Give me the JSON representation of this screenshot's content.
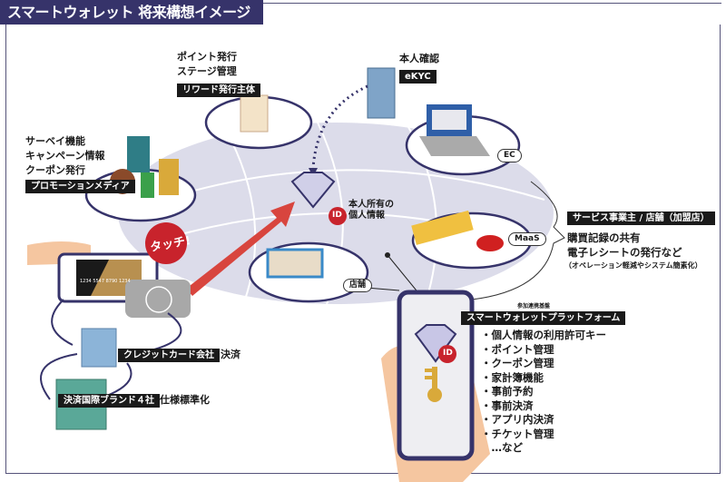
{
  "title": "スマートウォレット 将来構想イメージ（例）",
  "reward": {
    "lines": [
      "ポイント発行",
      "ステージ管理"
    ],
    "tag": "リワード発行主体"
  },
  "ekyc": {
    "label": "本人確認",
    "tag": "eKYC"
  },
  "promotion": {
    "lines": [
      "サーベイ機能",
      "キャンペーン情報",
      "クーポン発行"
    ],
    "tag": "プロモーションメディア"
  },
  "center": {
    "lines": [
      "本人所有の",
      "個人情報"
    ],
    "id_badge": "ID"
  },
  "nodes": {
    "ec": "EC",
    "maas": "MaaS",
    "store": "店舗"
  },
  "service": {
    "tag": "サービス事業主 / 店舗（加盟店）",
    "lines": [
      "購買記録の共有",
      "電子レシートの発行など"
    ],
    "note": "（オペレーション軽減やシステム簡素化）"
  },
  "touch": {
    "label": "タッチ!",
    "card_number": "1234 5547 8790 1234"
  },
  "credit": {
    "tag": "クレジットカード会社",
    "label": "決済"
  },
  "brands": {
    "tag": "決済国際ブランド４社",
    "label": "仕様標準化"
  },
  "platform": {
    "caption": "参加連携基盤",
    "tag": "スマートウォレットプラットフォーム",
    "features": [
      "・個人情報の利用許可キー",
      "・ポイント管理",
      "・クーポン管理",
      "・家計簿機能",
      "・事前予約",
      "・事前決済",
      "・アプリ内決済",
      "・チケット管理",
      "　…など"
    ],
    "id_badge": "ID"
  },
  "colors": {
    "navy": "#36336a",
    "red": "#c8232c",
    "network": "#dcdcea",
    "gold": "#d9a93a"
  }
}
